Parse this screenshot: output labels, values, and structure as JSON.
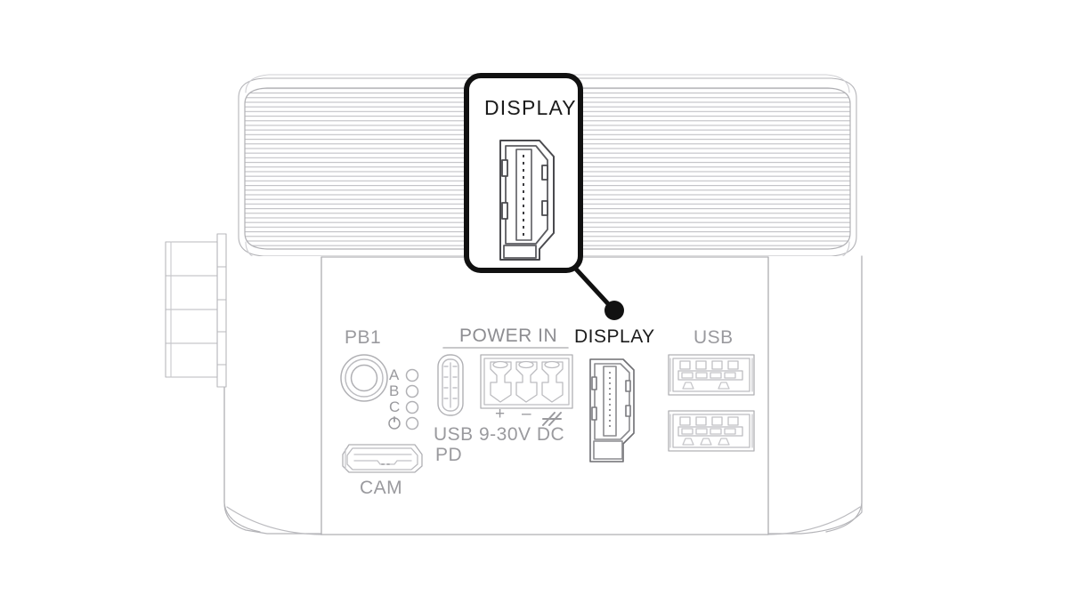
{
  "diagram": {
    "type": "technical-line-drawing",
    "subject": "device rear port panel with DISPLAY port callout",
    "background_color": "#ffffff",
    "line_color": "#9a9a9e",
    "highlight_color": "#1b1b1b"
  },
  "callout": {
    "title": "DISPLAY",
    "border_color": "#111111",
    "fill_color": "#ffffff",
    "target_port": "display-port",
    "leader_dot_color": "#111111"
  },
  "panel": {
    "labels": {
      "pb1": "PB1",
      "power_in": "POWER IN",
      "display": "DISPLAY",
      "usb": "USB",
      "usb_pd_line1": "USB",
      "usb_pd_line2": "PD",
      "voltage": "9-30V DC",
      "cam": "CAM"
    },
    "terminal_symbols": {
      "positive": "+",
      "negative": "–",
      "ground": "ground-symbol"
    },
    "leds": [
      {
        "label": "A"
      },
      {
        "label": "B"
      },
      {
        "label": "C"
      },
      {
        "label": "⏻"
      }
    ],
    "ports": [
      {
        "name": "pb1-button",
        "label": "PB1",
        "kind": "push-button"
      },
      {
        "name": "cam-port",
        "label": "CAM",
        "kind": "camera-connector"
      },
      {
        "name": "usb-pd-port",
        "label": "USB PD",
        "kind": "usb-c"
      },
      {
        "name": "power-terminal-block",
        "label": "9-30V DC",
        "kind": "3-pin-terminal",
        "pins": 3
      },
      {
        "name": "display-port",
        "label": "DISPLAY",
        "kind": "displayport",
        "highlighted": true
      },
      {
        "name": "usb-port-top",
        "label": "USB",
        "kind": "usb-a"
      },
      {
        "name": "usb-port-bottom",
        "label": "USB",
        "kind": "usb-a"
      }
    ]
  }
}
